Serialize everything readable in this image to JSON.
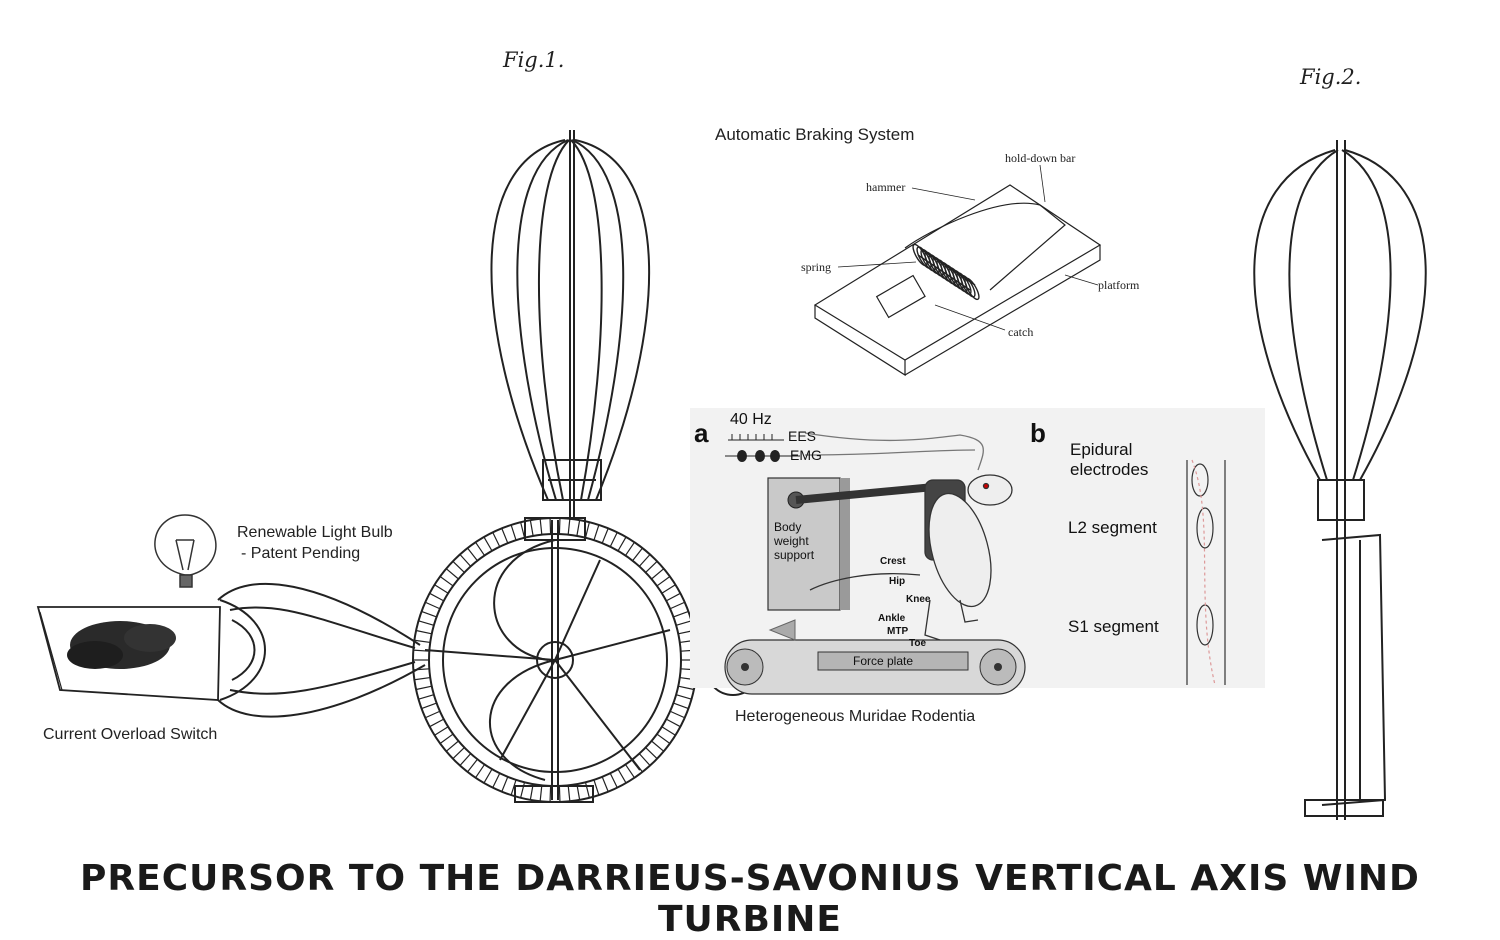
{
  "figures": {
    "fig1": "Fig.1.",
    "fig2": "Fig.2."
  },
  "labels": {
    "braking": "Automatic Braking System",
    "bulb_line1": "Renewable Light Bulb",
    "bulb_line2": "- Patent Pending",
    "overload": "Current Overload Switch",
    "rodentia": "Heterogeneous Muridae Rodentia"
  },
  "mousetrap": {
    "hold_down": "hold-down bar",
    "hammer": "hammer",
    "spring": "spring",
    "platform": "platform",
    "catch": "catch"
  },
  "panel": {
    "a": "a",
    "b": "b",
    "freq": "40 Hz",
    "ees": "EES",
    "emg": "EMG",
    "body_support_1": "Body",
    "body_support_2": "weight",
    "body_support_3": "support",
    "crest": "Crest",
    "hip": "Hip",
    "knee": "Knee",
    "ankle": "Ankle",
    "mtp": "MTP",
    "toe": "Toe",
    "force_plate": "Force plate",
    "epidural_1": "Epidural",
    "epidural_2": "electrodes",
    "l2": "L2 segment",
    "s1": "S1 segment"
  },
  "title": "PRECURSOR TO THE DARRIEUS-SAVONIUS VERTICAL AXIS WIND TURBINE"
}
